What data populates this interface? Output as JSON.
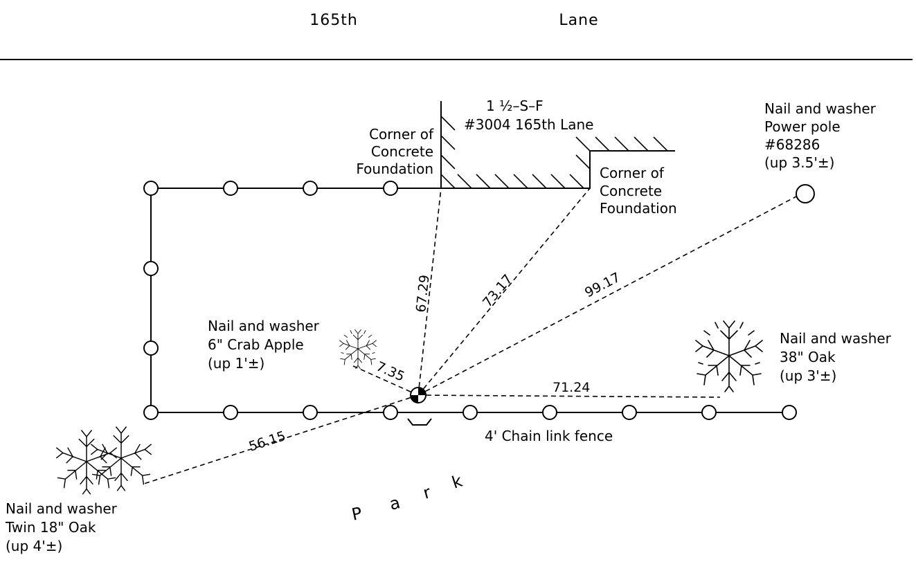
{
  "street": {
    "word1": "165th",
    "word2": "Lane"
  },
  "building": {
    "line1": "1 ½–S–F",
    "line2": "#3004 165th Lane"
  },
  "corner_left": [
    "Corner of",
    "Concrete",
    "Foundation"
  ],
  "corner_right": [
    "Corner of",
    "Concrete",
    "Foundation"
  ],
  "power_pole": [
    "Nail and washer",
    "Power pole",
    "#68286",
    "(up 3.5'±)"
  ],
  "crab_apple": [
    "Nail and washer",
    "6\" Crab Apple",
    "(up 1'±)"
  ],
  "oak_38": [
    "Nail and washer",
    "38\" Oak",
    "(up 3'±)"
  ],
  "twin_oak": [
    "Nail and washer",
    "Twin 18\" Oak",
    "(up 4'±)"
  ],
  "fence_label": "4' Chain link fence",
  "park_letters": [
    "P",
    "a",
    "r",
    "k"
  ],
  "distances": {
    "to_left_corner": "67.29",
    "to_right_corner": "73.17",
    "to_power_pole": "99.17",
    "to_crab_apple": "7.35",
    "to_oak_38": "71.24",
    "to_twin_oak": "56.15"
  }
}
